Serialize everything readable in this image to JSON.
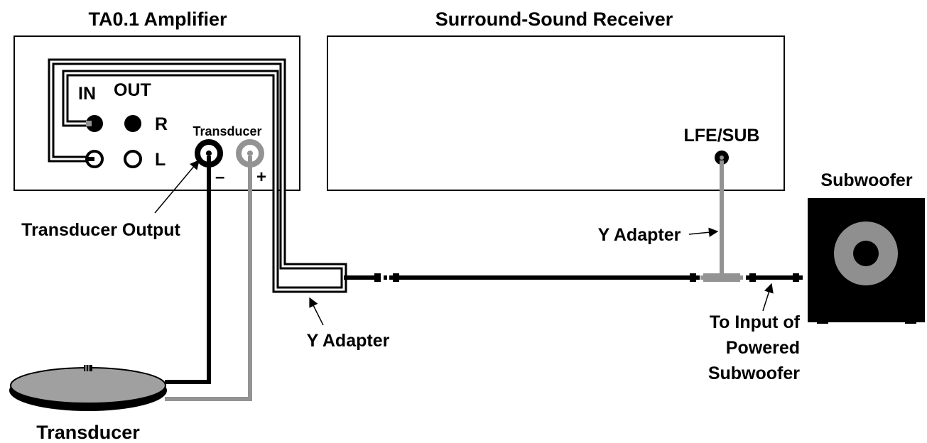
{
  "title_amplifier": "TA0.1 Amplifier",
  "title_receiver": "Surround-Sound Receiver",
  "title_subwoofer": "Subwoofer",
  "amp": {
    "in_label": "IN",
    "out_label": "OUT",
    "r_label": "R",
    "l_label": "L",
    "transducer_label": "Transducer",
    "minus_label": "–",
    "plus_label": "+"
  },
  "receiver": {
    "lfe_label": "LFE/SUB"
  },
  "callouts": {
    "transducer_output": "Transducer Output",
    "y_adapter_bottom": "Y Adapter",
    "y_adapter_right": "Y Adapter",
    "to_input_line1": "To Input of",
    "to_input_line2": "Powered",
    "to_input_line3": "Subwoofer"
  },
  "transducer_caption": "Transducer",
  "colors": {
    "cable_black": "#000000",
    "cable_gray": "#939393",
    "puck_gray": "#a0a0a0",
    "subwoofer_cone": "#8f8f8f"
  }
}
